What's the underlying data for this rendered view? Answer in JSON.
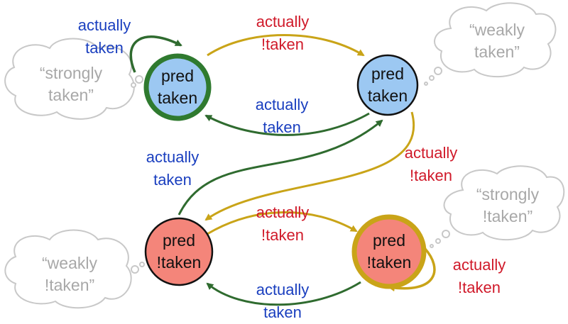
{
  "colors": {
    "taken_edge": "#2f6b2f",
    "not_taken_edge": "#c9a418",
    "taken_label": "#1a3fbf",
    "not_taken_label": "#d01a2a",
    "taken_fill": "#9cc8f2",
    "not_taken_fill": "#f4857a",
    "cloud_text": "#a8a8a8"
  },
  "states": [
    {
      "line1": "pred",
      "line2": "taken"
    },
    {
      "line1": "pred",
      "line2": "taken"
    },
    {
      "line1": "pred",
      "line2": "!taken"
    },
    {
      "line1": "pred",
      "line2": "!taken"
    }
  ],
  "clouds": [
    {
      "line1": "“strongly",
      "line2": "taken”"
    },
    {
      "line1": "“weakly",
      "line2": "taken”"
    },
    {
      "line1": "“strongly",
      "line2": "!taken”"
    },
    {
      "line1": "“weakly",
      "line2": "!taken”"
    }
  ],
  "edge_labels": [
    {
      "line1": "actually",
      "line2": "taken"
    },
    {
      "line1": "actually",
      "line2": "!taken"
    },
    {
      "line1": "actually",
      "line2": "taken"
    },
    {
      "line1": "actually",
      "line2": "taken"
    },
    {
      "line1": "actually",
      "line2": "!taken"
    },
    {
      "line1": "actually",
      "line2": "!taken"
    },
    {
      "line1": "actually",
      "line2": "!taken"
    },
    {
      "line1": "actually",
      "line2": "taken"
    }
  ]
}
